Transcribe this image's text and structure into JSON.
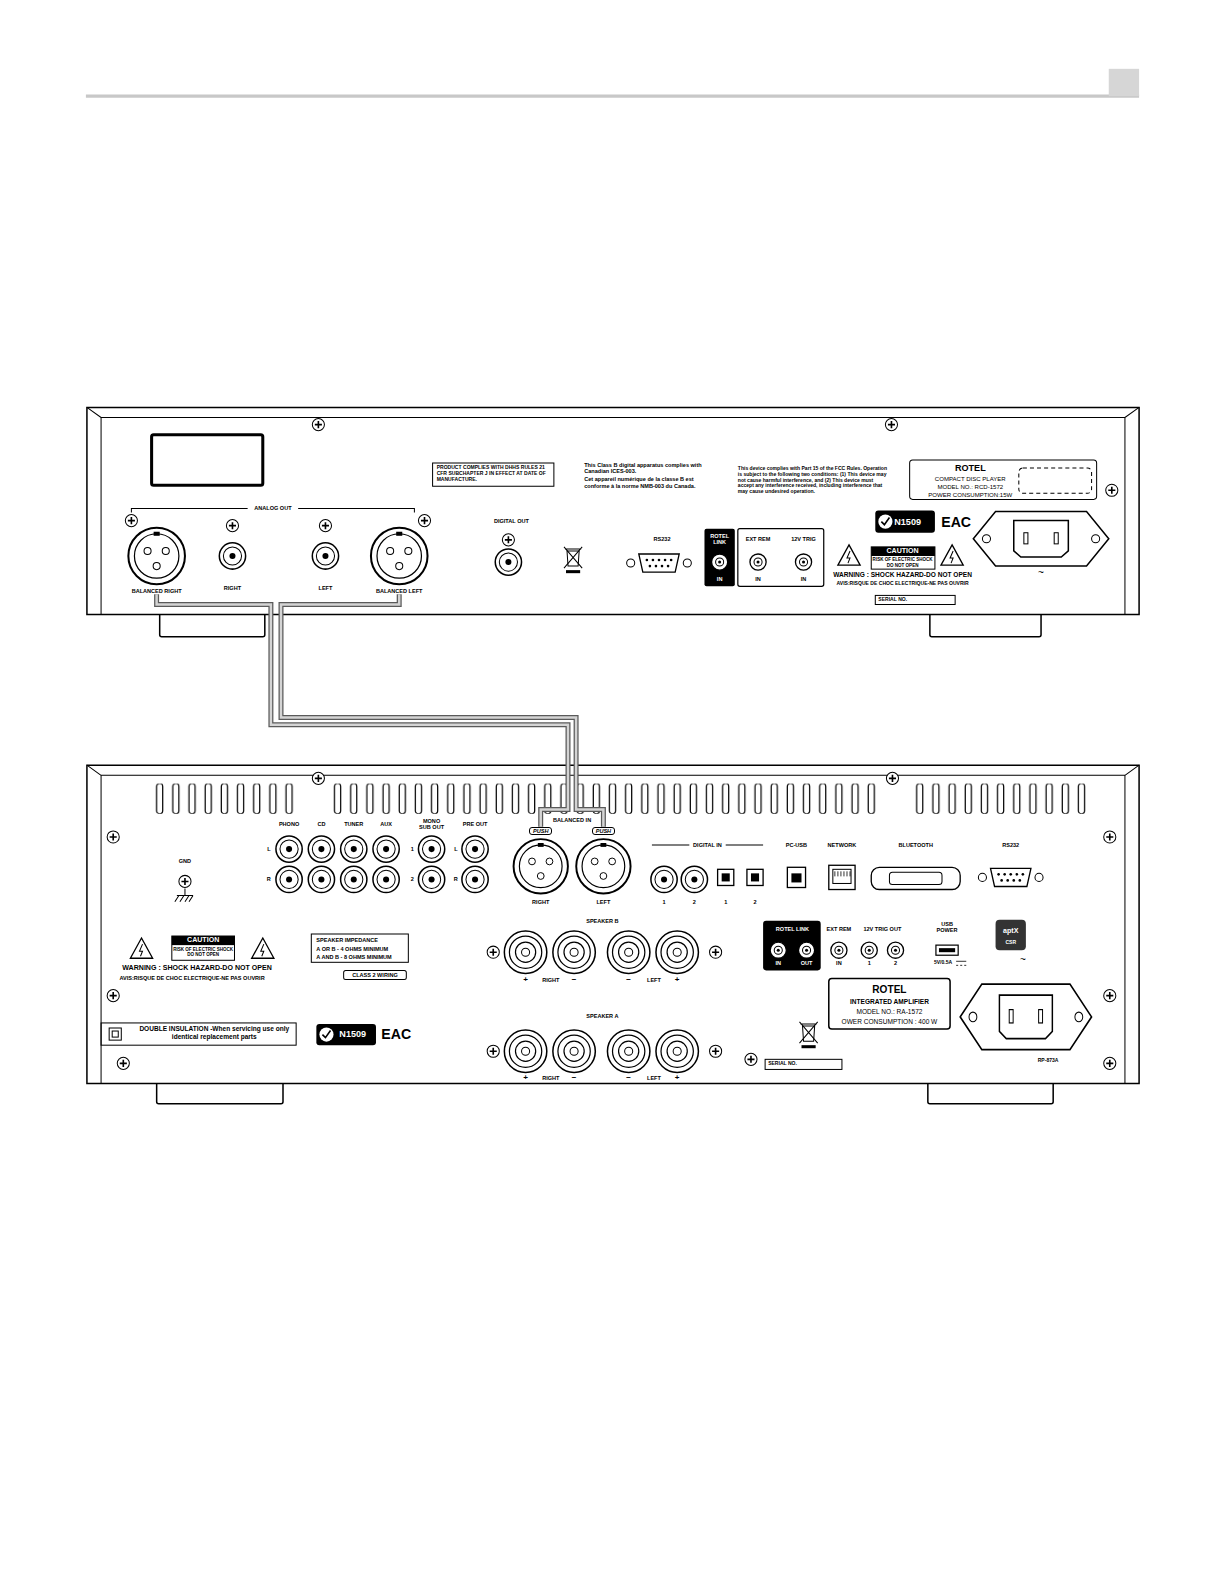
{
  "diagram": {
    "nodes": [
      {
        "text": [
          "BALANCED RIGHT"
        ]
      },
      {
        "text": [
          "BALANCED LEFT"
        ]
      },
      {
        "text": [
          "PUSH",
          "RIGHT"
        ]
      },
      {
        "text": [
          "PUSH",
          "LEFT"
        ]
      }
    ],
    "edges": [
      {
        "from": 0,
        "to": 2,
        "arrow": "none"
      },
      {
        "from": 1,
        "to": 3,
        "arrow": "none"
      }
    ],
    "labels": [
      "ANALOG OUT",
      "RIGHT",
      "LEFT",
      "DIGITAL OUT",
      "PRODUCT COMPLIES WITH DHHS RULES 21 CFR SUBCHAPTER J IN EFFECT AT DATE OF MANUFACTURE.",
      "This Class B digital apparatus complies with Canadian ICES-003.",
      "Cet appareil numérique de la classe B est conforme à la norme NMB-003 du Canada.",
      "This device complies with Part 15 of the FCC Rules. Operation is subject to the following two conditions: (1) This device may not cause harmful interference, and (2) This device must accept any interference received, including interference that may cause undesired operation.",
      "ROTEL",
      "COMPACT DISC PLAYER",
      "MODEL NO.: RCD-1572",
      "POWER CONSUMPTION:15W",
      "RS232",
      "ROTEL LINK",
      "IN",
      "EXT REM",
      "12V TRIG",
      "IN",
      "IN",
      "N1509",
      "EAC",
      "CAUTION",
      "RISK OF ELECTRIC SHOCK DO NOT OPEN",
      "WARNING : SHOCK HAZARD-DO NOT OPEN",
      "AVIS:RISQUE DE CHOC ELECTRIQUE-NE PAS OUVRIR",
      "SERIAL NO.",
      "~",
      "GND",
      "PHONO",
      "CD",
      "TUNER",
      "AUX",
      "MONO SUB OUT",
      "PRE OUT",
      "L",
      "R",
      "1",
      "2",
      "L",
      "R",
      "BALANCED IN",
      "DIGITAL IN",
      "1",
      "2",
      "1",
      "2",
      "PC-USB",
      "NETWORK",
      "BLUETOOTH",
      "RS232",
      "CAUTION",
      "RISK OF ELECTRIC SHOCK DO NOT OPEN",
      "WARNING : SHOCK HAZARD-DO NOT OPEN",
      "AVIS:RISQUE DE CHOC ELECTRIQUE-NE PAS OUVRIR",
      "SPEAKER IMPEDANCE",
      "A OR B - 4 OHMS MINIMUM",
      "A AND B - 8 OHMS MINIMUM",
      "CLASS 2 WIRING",
      "SPEAKER B",
      "+",
      "RIGHT",
      "−",
      "−",
      "LEFT",
      "+",
      "SPEAKER A",
      "+",
      "RIGHT",
      "−",
      "−",
      "LEFT",
      "+",
      "ROTEL LINK",
      "IN",
      "OUT",
      "EXT REM",
      "IN",
      "12V TRIG OUT",
      "1",
      "2",
      "USB POWER",
      "5V/0.5A",
      "aptX",
      "CSR",
      "ROTEL",
      "INTEGRATED AMPLIFIER",
      "MODEL NO.: RA-1572",
      "OWER CONSUMPTION : 400 W",
      "DOUBLE INSULATION -When servicing use only identical replacement parts",
      "N1509",
      "EAC",
      "SERIAL NO.",
      "~",
      "RP-873A"
    ]
  }
}
